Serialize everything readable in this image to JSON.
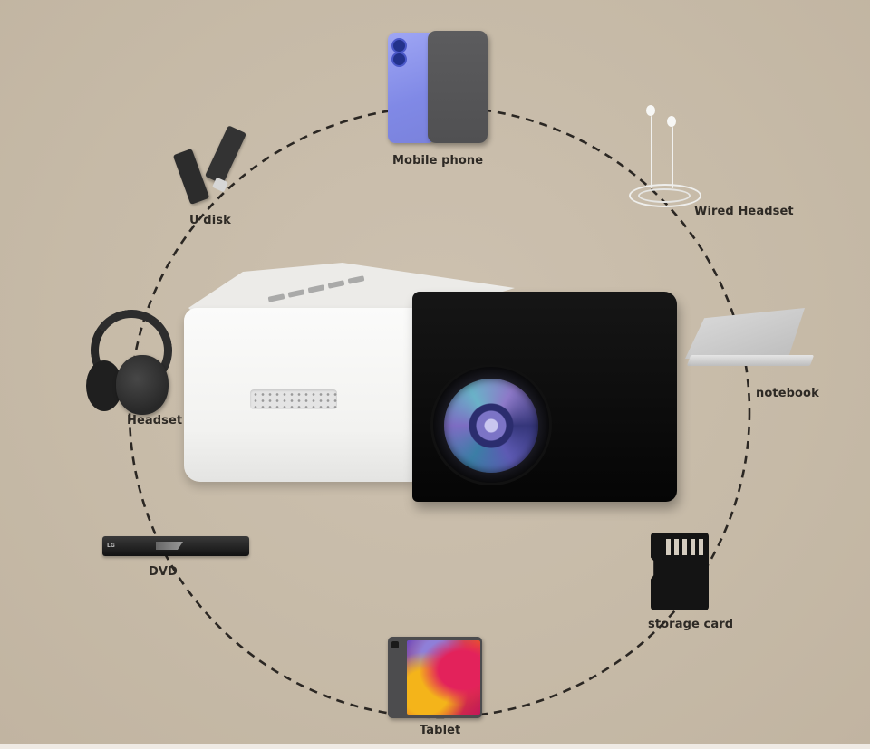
{
  "scene": {
    "description": "Mini projector connectivity diagram",
    "background_color": "#c7bba9",
    "ring_color": "#2b2723",
    "label_color": "#2e2a25"
  },
  "center_device": {
    "name": "Mini projector",
    "colors": {
      "body_white": "#f5f5f3",
      "body_black": "#0d0d0d"
    }
  },
  "devices": [
    {
      "id": "mobile-phone",
      "label": "Mobile phone"
    },
    {
      "id": "wired-headset",
      "label": "Wired Headset"
    },
    {
      "id": "notebook",
      "label": "notebook"
    },
    {
      "id": "storage-card",
      "label": "storage card"
    },
    {
      "id": "tablet",
      "label": "Tablet"
    },
    {
      "id": "dvd",
      "label": "DVD"
    },
    {
      "id": "headset",
      "label": "Headset"
    },
    {
      "id": "u-disk",
      "label": "U disk"
    }
  ],
  "dvd_brand": "LG"
}
